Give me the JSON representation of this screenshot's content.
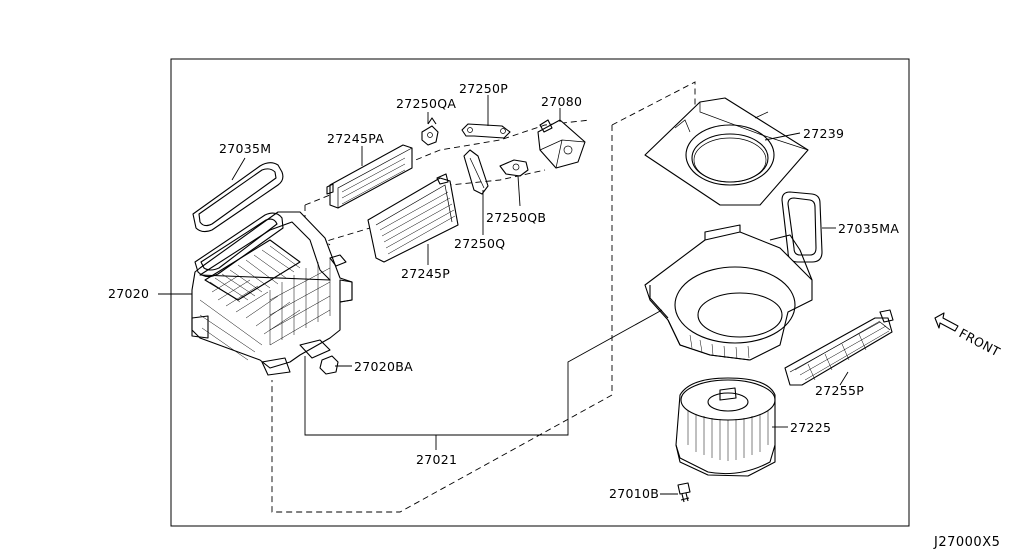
{
  "diagram_ref": "J27000X5",
  "front_label": "FRONT",
  "parts": {
    "p27020": "27020",
    "p27035M": "27035M",
    "p27245PA": "27245PA",
    "p27250QA": "27250QA",
    "p27250P": "27250P",
    "p27080": "27080",
    "p27250QB": "27250QB",
    "p27250Q": "27250Q",
    "p27245P": "27245P",
    "p27020BA": "27020BA",
    "p27021": "27021",
    "p27239": "27239",
    "p27035MA": "27035MA",
    "p27255P": "27255P",
    "p27225": "27225",
    "p27010B": "27010B"
  }
}
